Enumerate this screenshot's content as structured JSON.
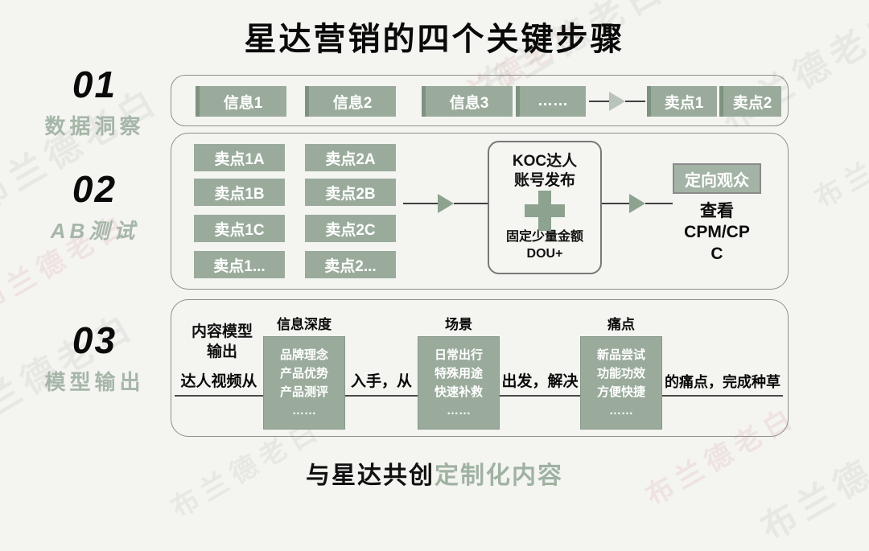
{
  "title": "星达营销的四个关键步骤",
  "watermark_text": "布兰德老白",
  "colors": {
    "background": "#f4f4f1",
    "box_green": "#9aab9c",
    "box_edge_green": "#7d927f",
    "label_green": "#a6b6a8",
    "footer_green": "#9fb2a1",
    "plus_green": "#8da28f"
  },
  "steps": [
    {
      "num": "01",
      "label": "数据洞察"
    },
    {
      "num": "02",
      "label": "AB测试"
    },
    {
      "num": "03",
      "label": "模型输出"
    }
  ],
  "row1": {
    "boxes": [
      "信息1",
      "信息2",
      "信息3",
      "……"
    ],
    "result_boxes": [
      "卖点1",
      "卖点2"
    ]
  },
  "row2": {
    "col1": [
      "卖点1A",
      "卖点1B",
      "卖点1C",
      "卖点1..."
    ],
    "col2": [
      "卖点2A",
      "卖点2B",
      "卖点2C",
      "卖点2..."
    ],
    "koc_top": "KOC达人\n账号发布",
    "koc_bottom": "固定少量金额\nDOU+",
    "audience_box": "定向观众",
    "view_metrics": "查看\nCPM/CP\nC"
  },
  "row3": {
    "model_label": "内容模型\n输出",
    "headers": [
      "信息深度",
      "场景",
      "痛点"
    ],
    "seg1": "达人视频从",
    "box1": "品牌理念\n产品优势\n产品测评\n……",
    "seg2": "入手，从",
    "box2": "日常出行\n特殊用途\n快速补救\n……",
    "seg3": "出发，解决",
    "box3": "新品尝试\n功能功效\n方便快捷\n……",
    "seg4": "的痛点，完成种草"
  },
  "footer": {
    "black": "与星达共创",
    "green": "定制化内容"
  }
}
